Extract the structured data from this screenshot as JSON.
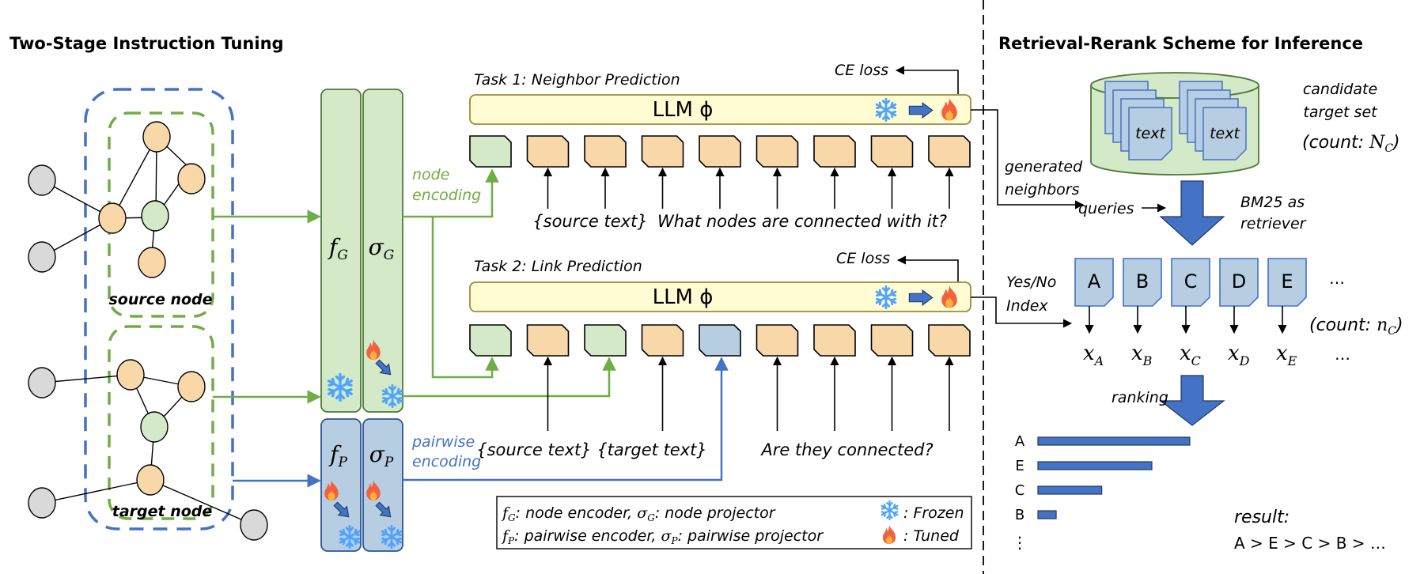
{
  "left_panel": {
    "title": "Two-Stage Instruction Tuning",
    "graph": {
      "source_label": "source node",
      "target_label": "target node"
    },
    "encoders": {
      "fG": {
        "main": "f",
        "sub": "G"
      },
      "sigmaG": {
        "main": "σ",
        "sub": "G"
      },
      "fP": {
        "main": "f",
        "sub": "P"
      },
      "sigmaP": {
        "main": "σ",
        "sub": "P"
      },
      "node_encoding_label": [
        "node",
        "encoding"
      ],
      "pairwise_encoding_label": [
        "pairwise",
        "encoding"
      ]
    },
    "task1": {
      "title": "Task 1: Neighbor Prediction",
      "llm_label": "LLM ϕ",
      "loss_label": "CE loss",
      "token_types": [
        "node",
        "text",
        "text",
        "text",
        "text",
        "text",
        "text",
        "text",
        "text"
      ],
      "input_text_1": "{source text}",
      "input_text_2": "What nodes are connected with it?"
    },
    "task2": {
      "title": "Task 2: Link Prediction",
      "llm_label": "LLM ϕ",
      "loss_label": "CE loss",
      "token_types": [
        "node",
        "text",
        "node",
        "text",
        "pair",
        "text",
        "text",
        "text",
        "text"
      ],
      "input_text_1": "{source text} {target text}",
      "input_text_2": "Are they connected?"
    },
    "legend": {
      "line1_a": "f",
      "line1_a_sub": "G",
      "line1_a_desc": ": node encoder, ",
      "line1_b": "σ",
      "line1_b_sub": "G",
      "line1_b_desc": ": node projector",
      "line2_a": "f",
      "line2_a_sub": "P",
      "line2_a_desc": ": pairwise encoder, ",
      "line2_b": "σ",
      "line2_b_sub": "P",
      "line2_b_desc": ": pairwise projector",
      "frozen_label": ": Frozen",
      "tuned_label": ": Tuned"
    }
  },
  "right_panel": {
    "title": "Retrieval-Rerank Scheme for Inference",
    "doc_label": "text",
    "candidate_label": [
      "candidate",
      "target set"
    ],
    "count_NC": {
      "prefix": "(count: ",
      "var": "N",
      "sub": "C",
      "suffix": ")"
    },
    "generated_label": [
      "generated",
      "neighbors"
    ],
    "queries_label": "queries",
    "bm25_label": [
      "BM25 as",
      "retriever"
    ],
    "yesno_label": [
      "Yes/No",
      "Index"
    ],
    "candidates": [
      "A",
      "B",
      "C",
      "D",
      "E"
    ],
    "ellipsis": "…",
    "count_nC": {
      "prefix": "(count: ",
      "var": "n",
      "sub": "C",
      "suffix": ")"
    },
    "score_var": "x",
    "ranking_label": "ranking",
    "ranked": [
      {
        "label": "A",
        "score": 1.0
      },
      {
        "label": "E",
        "score": 0.75
      },
      {
        "label": "C",
        "score": 0.42
      },
      {
        "label": "B",
        "score": 0.12
      }
    ],
    "vdots": "⋮",
    "result_label": "result:",
    "result_value": "A > E > C > B > …"
  },
  "colors": {
    "green_fill": "#d3e9c8",
    "green_stroke": "#70ad47",
    "dark_green": "#4f7a3a",
    "blue_fill": "#b6cde2",
    "blue_stroke": "#4472c4",
    "blue_arrow": "#4472c4",
    "orange_fill": "#f8d7a8",
    "gray_fill": "#d9d9d9",
    "llm_fill": "#fffbd2",
    "llm_stroke": "#9c8a3b",
    "snow": "#4da3ff",
    "fire_outer": "#f2613f",
    "fire_inner": "#fbb33a"
  }
}
